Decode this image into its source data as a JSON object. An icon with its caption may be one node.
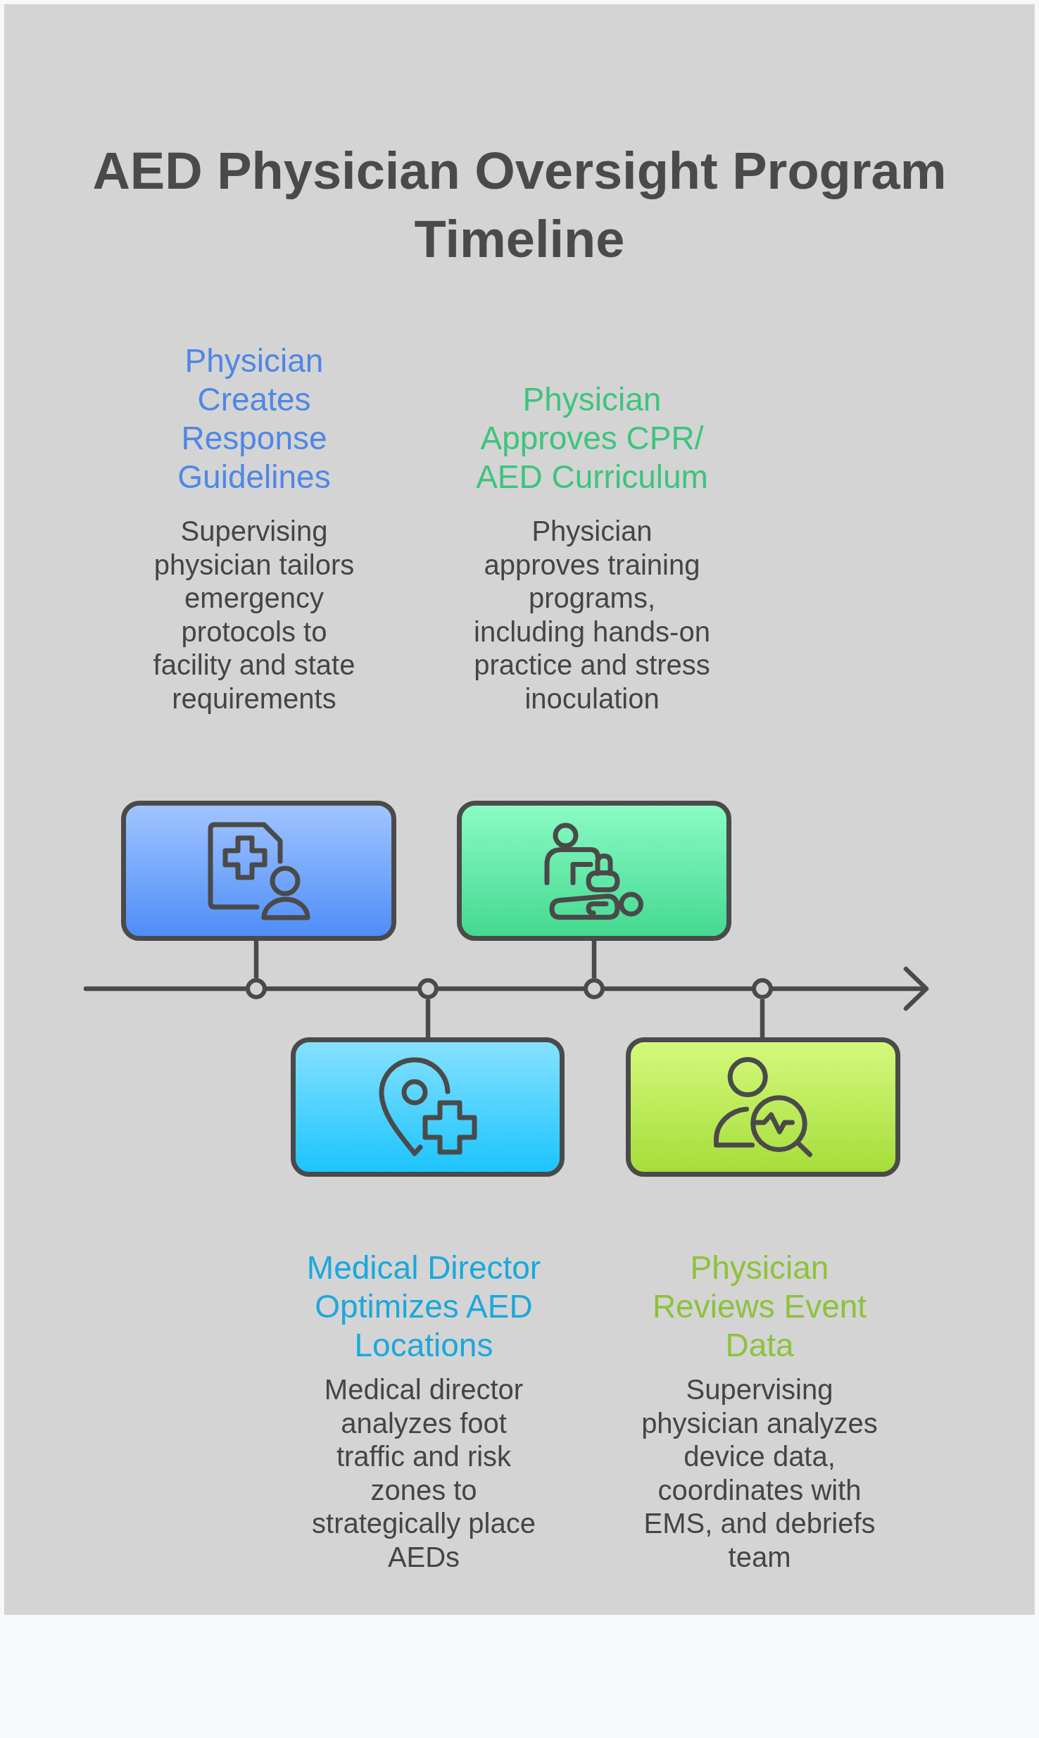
{
  "diagram": {
    "title": "AED Physician Oversight Program Timeline",
    "nodes": [
      {
        "text": [
          "Physician Creates Response Guidelines",
          "Supervising physician tailors emergency protocols to facility and state requirements"
        ]
      },
      {
        "text": [
          "Medical Director Optimizes AED Locations",
          "Medical director analyzes foot traffic and risk zones to strategically place AEDs"
        ]
      },
      {
        "text": [
          "Physician Approves CPR/ AED Curriculum",
          "Physician approves training programs, including hands-on practice and stress inoculation"
        ]
      },
      {
        "text": [
          "Physician Reviews Event Data",
          "Supervising physician analyzes device data, coordinates with EMS, and debriefs team"
        ]
      },
      {
        "text": [],
        "shape": "circle"
      },
      {
        "text": [],
        "shape": "circle"
      },
      {
        "text": [],
        "shape": "circle"
      },
      {
        "text": [],
        "shape": "circle"
      }
    ],
    "edges": [
      {
        "from": 0,
        "to": 4,
        "arrow": "none"
      },
      {
        "from": 1,
        "to": 5,
        "arrow": "none"
      },
      {
        "from": 2,
        "to": 6,
        "arrow": "none"
      },
      {
        "from": 3,
        "to": 7,
        "arrow": "none"
      }
    ]
  }
}
